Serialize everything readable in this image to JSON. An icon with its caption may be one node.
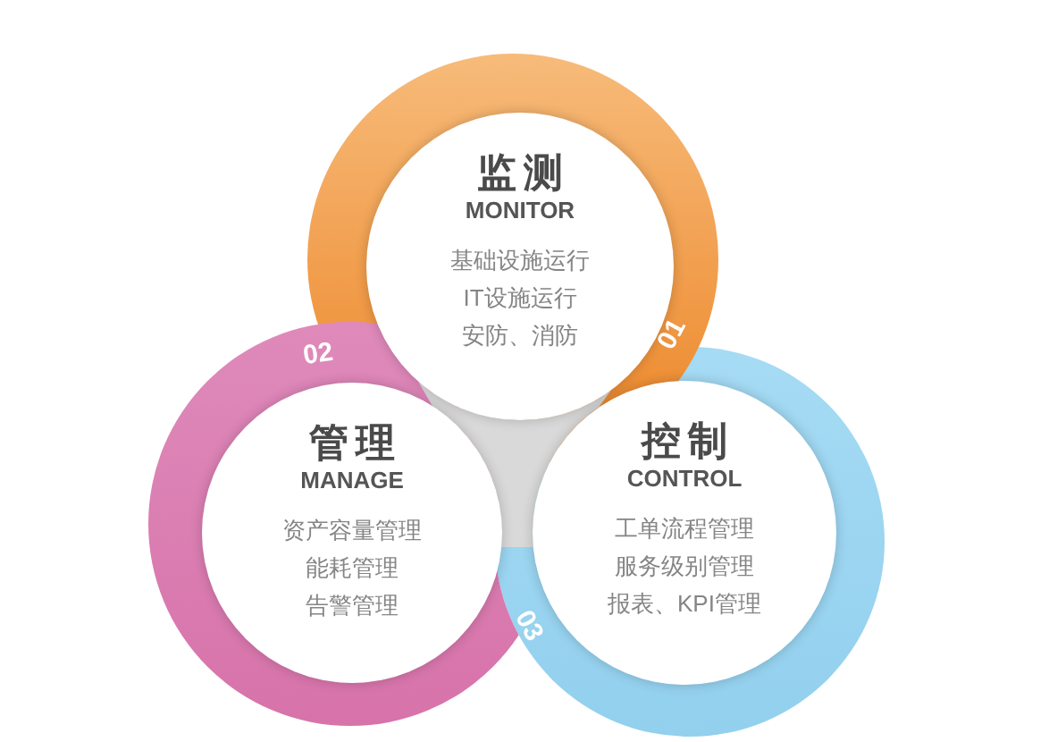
{
  "diagram": {
    "nodes": [
      {
        "text": [
          "01",
          "监测",
          "MONITOR",
          "基础设施运行",
          "IT设施运行",
          "安防、消防"
        ]
      },
      {
        "text": [
          "02",
          "管理",
          "MANAGE",
          "资产容量管理",
          "能耗管理",
          "告警管理"
        ]
      },
      {
        "text": [
          "03",
          "控制",
          "CONTROL",
          "工单流程管理",
          "服务级别管理",
          "报表、KPI管理"
        ]
      },
      {
        "text": [],
        "shape": "triangle"
      }
    ]
  }
}
